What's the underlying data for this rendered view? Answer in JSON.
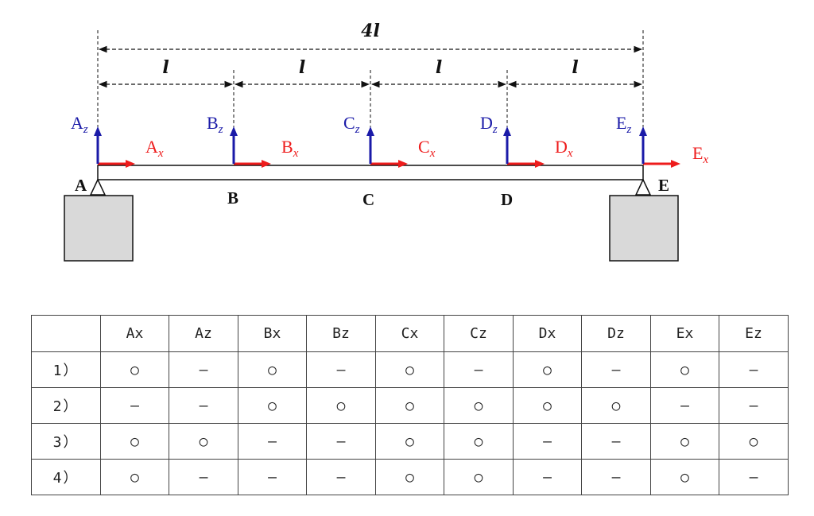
{
  "diagram": {
    "total_length_label": "4l",
    "segment_labels": [
      "l",
      "l",
      "l",
      "l"
    ],
    "points": [
      {
        "id": "A",
        "label": "A",
        "fx_main": "A",
        "fx_sub": "x",
        "fz_main": "A",
        "fz_sub": "z"
      },
      {
        "id": "B",
        "label": "B",
        "fx_main": "B",
        "fx_sub": "x",
        "fz_main": "B",
        "fz_sub": "z"
      },
      {
        "id": "C",
        "label": "C",
        "fx_main": "C",
        "fx_sub": "x",
        "fz_main": "C",
        "fz_sub": "z"
      },
      {
        "id": "D",
        "label": "D",
        "fx_main": "D",
        "fx_sub": "x",
        "fz_main": "D",
        "fz_sub": "z"
      },
      {
        "id": "E",
        "label": "E",
        "fx_main": "E",
        "fx_sub": "x",
        "fz_main": "E",
        "fz_sub": "z"
      }
    ],
    "colors": {
      "x_force": "#ee1c1c",
      "z_force": "#1a1aa8",
      "support_fill": "#d9d9d9",
      "line": "#111111"
    }
  },
  "table": {
    "columns": [
      "",
      "Ax",
      "Az",
      "Bx",
      "Bz",
      "Cx",
      "Cz",
      "Dx",
      "Dz",
      "Ex",
      "Ez"
    ],
    "rows": [
      {
        "label": "1）",
        "cells": [
          "○",
          "—",
          "○",
          "—",
          "○",
          "—",
          "○",
          "—",
          "○",
          "—"
        ]
      },
      {
        "label": "2）",
        "cells": [
          "—",
          "—",
          "○",
          "○",
          "○",
          "○",
          "○",
          "○",
          "—",
          "—"
        ]
      },
      {
        "label": "3）",
        "cells": [
          "○",
          "○",
          "—",
          "—",
          "○",
          "○",
          "—",
          "—",
          "○",
          "○"
        ]
      },
      {
        "label": "4）",
        "cells": [
          "○",
          "—",
          "—",
          "—",
          "○",
          "○",
          "—",
          "—",
          "○",
          "—"
        ]
      }
    ]
  }
}
